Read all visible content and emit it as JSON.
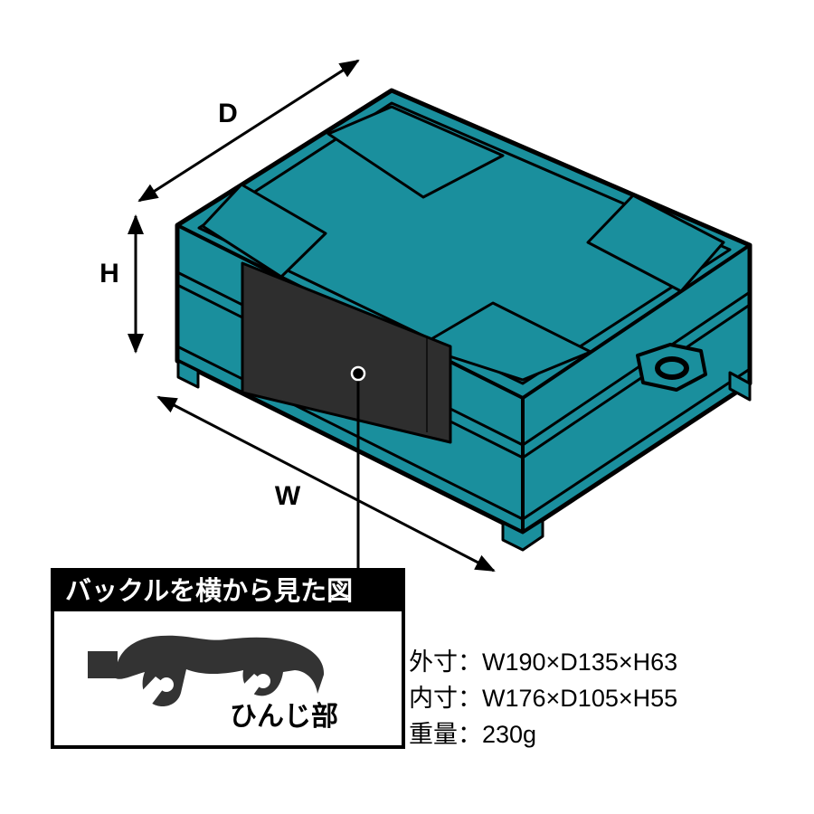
{
  "illustration": {
    "labels": {
      "depth": "D",
      "height": "H",
      "width": "W"
    }
  },
  "inset": {
    "title": "バックルを横から見た図",
    "caption": "ひんじ部"
  },
  "specs": [
    {
      "text": "外寸：W190×D135×H63"
    },
    {
      "text": "内寸：W176×D105×H55"
    },
    {
      "text": "重量：230g"
    }
  ],
  "colors": {
    "body": "#1a8f9d",
    "strap": "#2e2e2e",
    "buckle": "#333333",
    "outline": "#000000",
    "inset_header_bg": "#000000",
    "inset_header_text": "#ffffff"
  }
}
